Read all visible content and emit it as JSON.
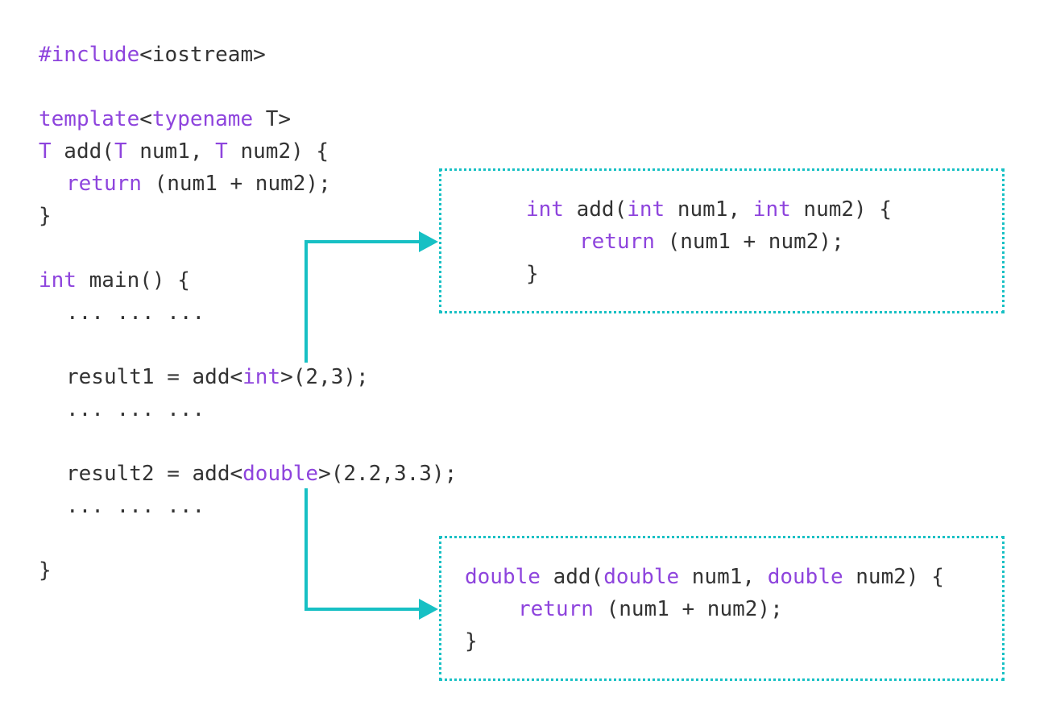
{
  "colors": {
    "keyword": "#8e44dd",
    "text": "#333333",
    "accent": "#17c0c4",
    "background": "#ffffff"
  },
  "main_code": {
    "include": {
      "directive": "#include",
      "header": "<iostream>"
    },
    "template_decl": {
      "kw1": "template",
      "lt": "<",
      "kw2": "typename",
      "rest": " T>"
    },
    "func_sig": {
      "t1": "T",
      "p1": " add(",
      "t2": "T",
      "p2": " num1, ",
      "t3": "T",
      "p3": " num2) {"
    },
    "func_body": {
      "kw": "return",
      "rest": " (num1 + num2);"
    },
    "func_close": "}",
    "main_sig": {
      "kw": "int",
      "rest": " main() {"
    },
    "ellipsis_1": "... ... ...",
    "result1": {
      "pre": "result1 = add<",
      "type": "int",
      "post": ">(2,3);"
    },
    "ellipsis_2": "... ... ...",
    "result2": {
      "pre": "result2 = add<",
      "type": "double",
      "post": ">(2.2,3.3);"
    },
    "ellipsis_3": "... ... ...",
    "main_close": "}"
  },
  "int_box": {
    "sig": {
      "kw1": "int",
      "p1": " add(",
      "kw2": "int",
      "p2": " num1, ",
      "kw3": "int",
      "p3": " num2) {"
    },
    "body": {
      "kw": "return",
      "rest": " (num1 + num2);"
    },
    "close": "}"
  },
  "double_box": {
    "sig": {
      "kw1": "double",
      "p1": " add(",
      "kw2": "double",
      "p2": " num1, ",
      "kw3": "double",
      "p3": " num2) {"
    },
    "body": {
      "kw": "return",
      "rest": " (num1 + num2);"
    },
    "close": "}"
  }
}
